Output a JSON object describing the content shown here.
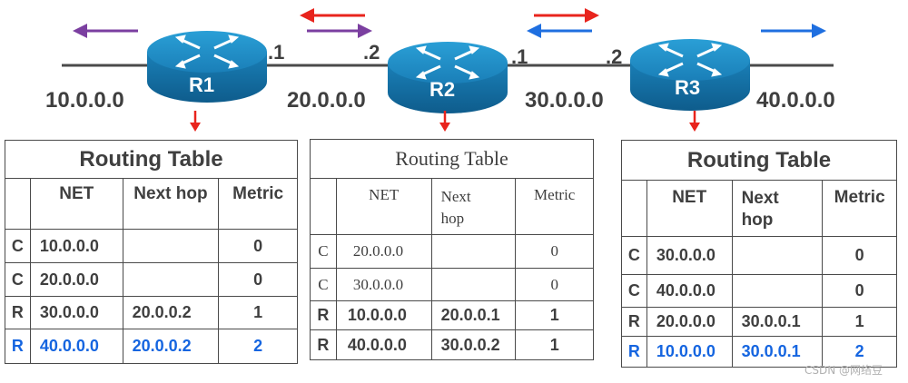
{
  "networks": [
    "10.0.0.0",
    "20.0.0.0",
    "30.0.0.0",
    "40.0.0.0"
  ],
  "routers": [
    "R1",
    "R2",
    "R3"
  ],
  "ports": [
    ".1",
    ".2",
    ".1",
    ".2"
  ],
  "colors": {
    "purple": "#7b3fa0",
    "red": "#e8241d",
    "blue": "#1f6fe0",
    "text": "#3f3f3f",
    "blue_text": "#1565e0"
  },
  "tables": [
    {
      "title": "Routing Table",
      "headers": [
        "NET",
        "Next hop",
        "Metric"
      ],
      "rows": [
        {
          "type": "C",
          "net": "10.0.0.0",
          "next": "",
          "metric": "0"
        },
        {
          "type": "C",
          "net": "20.0.0.0",
          "next": "",
          "metric": "0"
        },
        {
          "type": "R",
          "net": "30.0.0.0",
          "next": "20.0.0.2",
          "metric": "1"
        },
        {
          "type": "R",
          "net": "40.0.0.0",
          "next": "20.0.0.2",
          "metric": "2"
        }
      ]
    },
    {
      "title": "Routing Table",
      "headers": [
        "NET",
        "Next hop",
        "Metric"
      ],
      "rows": [
        {
          "type": "C",
          "net": "20.0.0.0",
          "next": "",
          "metric": "0"
        },
        {
          "type": "C",
          "net": "30.0.0.0",
          "next": "",
          "metric": "0"
        },
        {
          "type": "R",
          "net": "10.0.0.0",
          "next": "20.0.0.1",
          "metric": "1"
        },
        {
          "type": "R",
          "net": "40.0.0.0",
          "next": "30.0.0.2",
          "metric": "1"
        }
      ]
    },
    {
      "title": "Routing Table",
      "headers": [
        "NET",
        "Next hop",
        "Metric"
      ],
      "rows": [
        {
          "type": "C",
          "net": "30.0.0.0",
          "next": "",
          "metric": "0"
        },
        {
          "type": "C",
          "net": "40.0.0.0",
          "next": "",
          "metric": "0"
        },
        {
          "type": "R",
          "net": "20.0.0.0",
          "next": "30.0.0.1",
          "metric": "1"
        },
        {
          "type": "R",
          "net": "10.0.0.0",
          "next": "30.0.0.1",
          "metric": "2"
        }
      ]
    }
  ],
  "watermark": "CSDN @网络豆"
}
